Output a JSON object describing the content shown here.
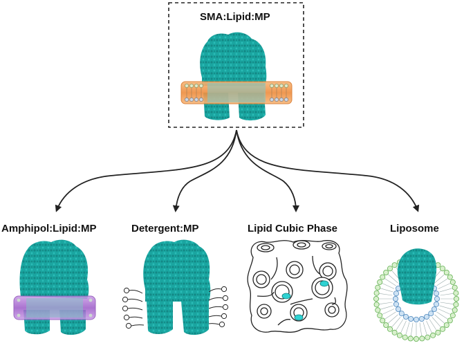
{
  "diagram": {
    "source": {
      "label": "SMA:Lipid:MP"
    },
    "targets": [
      {
        "label": "Amphipol:Lipid:MP"
      },
      {
        "label": "Detergent:MP"
      },
      {
        "label": "Lipid Cubic Phase"
      },
      {
        "label": "Liposome"
      }
    ]
  },
  "colors": {
    "protein": "#1aa5a0",
    "protein_dark": "#0f7a77",
    "sma_belt": "#f2a15b",
    "amphipol_belt": "#b27ad6",
    "liposome_outer": "#8ed47a",
    "liposome_inner": "#7fb4e0",
    "lcp_blob": "#2fd2d2"
  }
}
